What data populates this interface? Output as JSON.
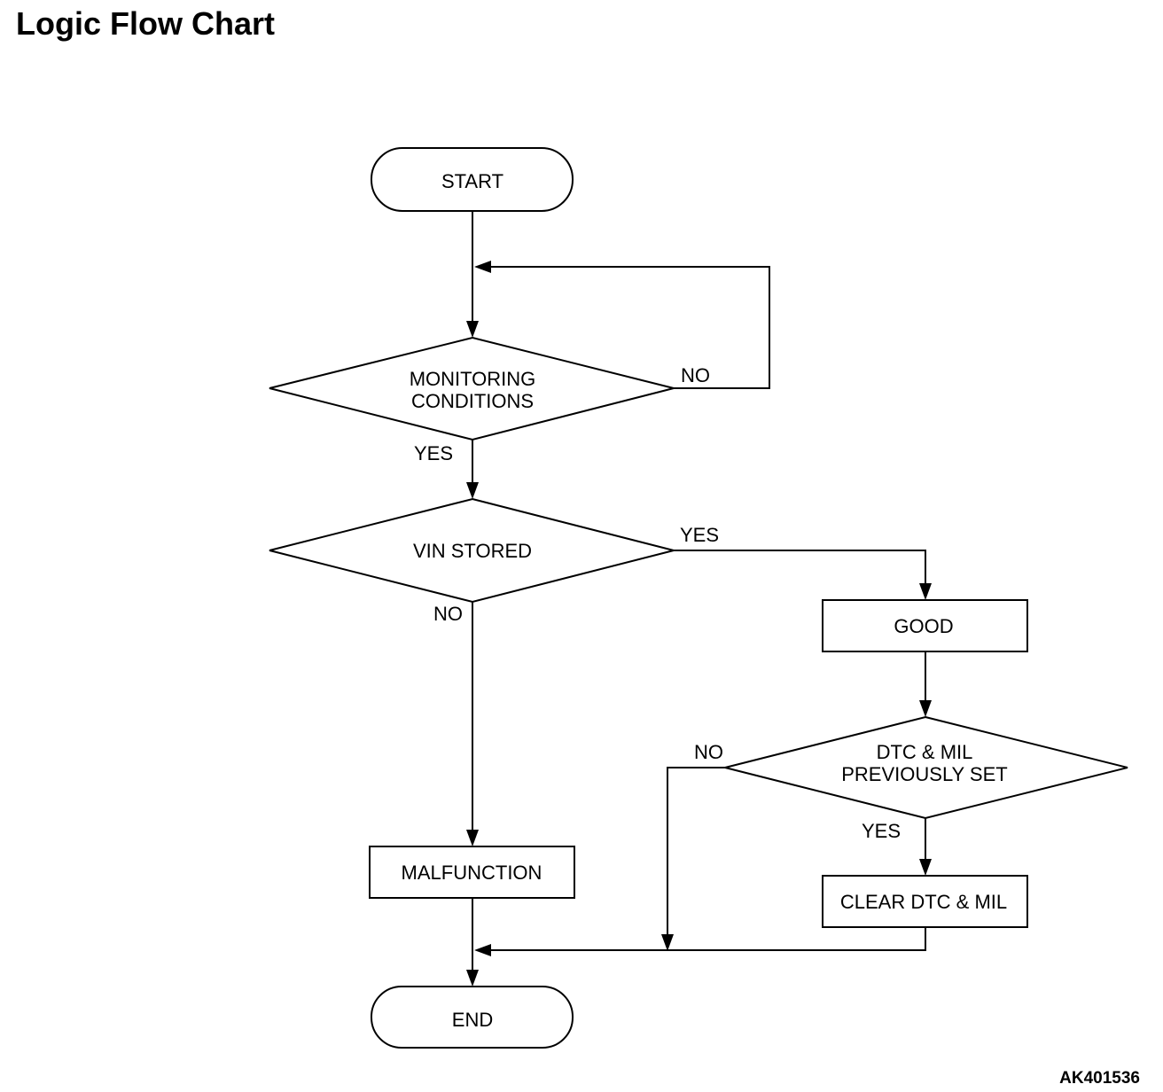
{
  "title": "Logic Flow Chart",
  "figure_id": "AK401536",
  "nodes": {
    "start": "START",
    "monitoring_conditions": [
      "MONITORING",
      "CONDITIONS"
    ],
    "vin_stored": "VIN STORED",
    "good": "GOOD",
    "dtc_mil_previously_set": [
      "DTC & MIL",
      "PREVIOUSLY SET"
    ],
    "malfunction": "MALFUNCTION",
    "clear_dtc_mil": "CLEAR DTC & MIL",
    "end": "END"
  },
  "edge_labels": {
    "monitoring_no": "NO",
    "monitoring_yes": "YES",
    "vin_yes": "YES",
    "vin_no": "NO",
    "dtc_no": "NO",
    "dtc_yes": "YES"
  }
}
